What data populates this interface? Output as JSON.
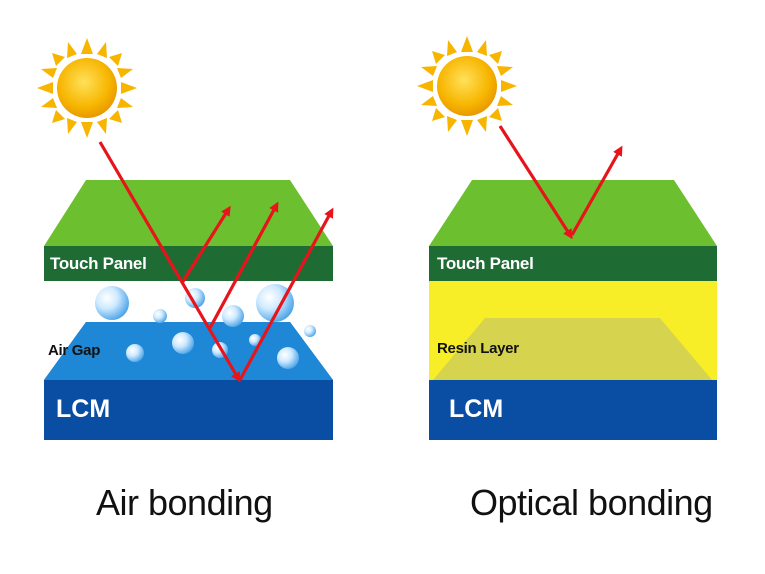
{
  "left": {
    "touch_panel_label": "Touch Panel",
    "air_gap_label": "Air Gap",
    "lcm_label": "LCM",
    "caption": "Air bonding"
  },
  "right": {
    "touch_panel_label": "Touch Panel",
    "resin_layer_label": "Resin Layer",
    "lcm_label": "LCM",
    "caption": "Optical bonding"
  },
  "colors": {
    "panel_top": "#6cbf2e",
    "panel_side": "#1e6b34",
    "lcm": "#0a4ea3",
    "air_gap": "#1e88d6",
    "resin": "#f7ee27",
    "resin_inner": "#d6d44f",
    "ray": "#e8141b",
    "sun": "#f7b500"
  },
  "icons": {
    "sun": "sun-icon",
    "bubble": "air-bubble-icon",
    "arrow": "light-ray-arrow-icon"
  }
}
